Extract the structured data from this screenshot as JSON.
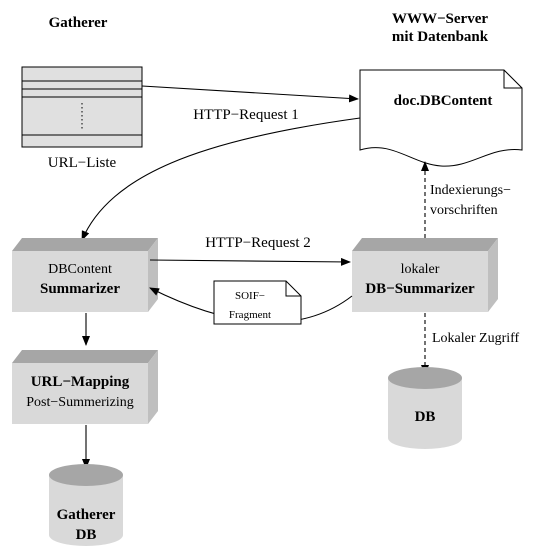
{
  "headings": {
    "gatherer": "Gatherer",
    "server_line1": "WWW−Server",
    "server_line2": "mit Datenbank"
  },
  "url_list": {
    "label": "URL−Liste"
  },
  "doc": {
    "label": "doc.DBContent"
  },
  "summarizer": {
    "line1": "DBContent",
    "line2": "Summarizer"
  },
  "db_summarizer": {
    "line1": "lokaler",
    "line2": "DB−Summarizer"
  },
  "url_mapping": {
    "line1": "URL−Mapping",
    "line2": "Post−Summerizing"
  },
  "local_db": {
    "label": "DB"
  },
  "gatherer_db": {
    "line1": "Gatherer",
    "line2": "DB"
  },
  "soif": {
    "line1": "SOIF−",
    "line2": "Fragment"
  },
  "edges": {
    "http_request_1": "HTTP−Request 1",
    "http_request_2": "HTTP−Request 2",
    "indexing_line1": "Indexierungs−",
    "indexing_line2": "vorschriften",
    "local_access": "Lokaler Zugriff"
  },
  "colors": {
    "box_face": "#d9d9d9",
    "box_top": "#a6a6a6",
    "box_side": "#bfbfbf",
    "cyl_body": "#d9d9d9",
    "cyl_top": "#a6a6a6",
    "list_fill": "#e0e0e0",
    "stroke": "#000000"
  }
}
